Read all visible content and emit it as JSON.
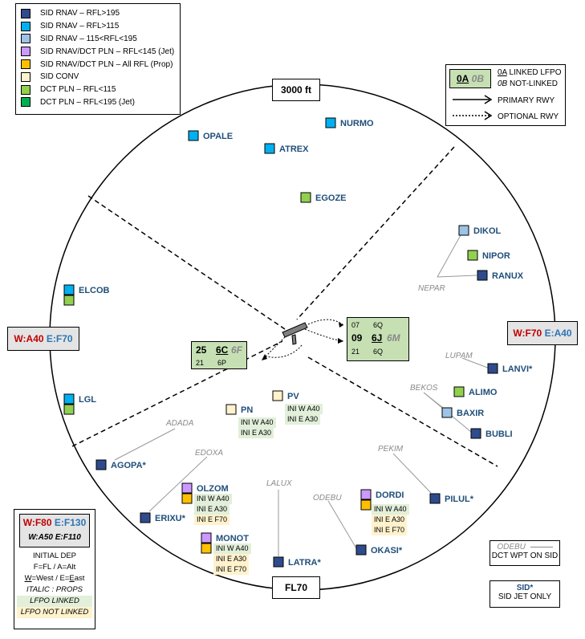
{
  "legend": {
    "items": [
      {
        "label": "SID RNAV – RFL>195",
        "color": "#2f4b8c"
      },
      {
        "label": "SID RNAV – RFL>115",
        "color": "#00b0f0"
      },
      {
        "label": "SID RNAV – 115<RFL<195",
        "color": "#9dc3e6"
      },
      {
        "label": "SID RNAV/DCT PLN – RFL<145 (Jet)",
        "color": "#cc99ff"
      },
      {
        "label": "SID RNAV/DCT PLN – All RFL (Prop)",
        "color": "#ffc000"
      },
      {
        "label": "SID CONV",
        "color": "#fff2cc"
      },
      {
        "label": "DCT PLN – RFL<115",
        "color": "#92d050"
      },
      {
        "label": "DCT PLN – RFL<195 (Jet)",
        "color": "#00b050"
      }
    ]
  },
  "link_legend": {
    "sample_linked": "0A",
    "sample_notlinked": "0B",
    "linked_code": "0A",
    "linked_text": "LINKED LFPO",
    "notlinked_code": "0B",
    "notlinked_text": "NOT-LINKED",
    "primary": "PRIMARY RWY",
    "optional": "OPTIONAL RWY"
  },
  "altitudes": {
    "top": "3000 ft",
    "bottom": "FL70"
  },
  "west_box": {
    "w": "W:A40",
    "e": "E:F70"
  },
  "east_box": {
    "w": "W:F70",
    "e": "E:A40"
  },
  "rwy_west": {
    "main": "25",
    "code_a": "6C",
    "code_b": "6F",
    "alt": "21",
    "code_c": "6P"
  },
  "rwy_east": {
    "top_rwy": "07",
    "top_code": "6Q",
    "main": "09",
    "code_a": "6J",
    "code_b": "6M",
    "bottom_rwy": "21",
    "bottom_code": "6Q"
  },
  "points": [
    {
      "name": "OPALE",
      "colors": [
        "#00b0f0"
      ]
    },
    {
      "name": "NURMO",
      "colors": [
        "#00b0f0"
      ]
    },
    {
      "name": "ATREX",
      "colors": [
        "#00b0f0"
      ]
    },
    {
      "name": "EGOZE",
      "colors": [
        "#92d050"
      ]
    },
    {
      "name": "DIKOL",
      "colors": [
        "#9dc3e6"
      ]
    },
    {
      "name": "NIPOR",
      "colors": [
        "#92d050"
      ]
    },
    {
      "name": "RANUX",
      "colors": [
        "#2f4b8c"
      ]
    },
    {
      "name": "ELCOB",
      "colors": [
        "#00b0f0",
        "#92d050"
      ]
    },
    {
      "name": "LGL",
      "colors": [
        "#00b0f0",
        "#92d050"
      ]
    },
    {
      "name": "LANVI*",
      "colors": [
        "#2f4b8c"
      ]
    },
    {
      "name": "ALIMO",
      "colors": [
        "#92d050"
      ]
    },
    {
      "name": "BAXIR",
      "colors": [
        "#9dc3e6"
      ]
    },
    {
      "name": "BUBLI",
      "colors": [
        "#2f4b8c"
      ]
    },
    {
      "name": "PN",
      "colors": [
        "#fff2cc"
      ]
    },
    {
      "name": "PV",
      "colors": [
        "#fff2cc"
      ]
    },
    {
      "name": "AGOPA*",
      "colors": [
        "#2f4b8c"
      ]
    },
    {
      "name": "OLZOM",
      "colors": [
        "#cc99ff",
        "#ffc000"
      ]
    },
    {
      "name": "ERIXU*",
      "colors": [
        "#2f4b8c"
      ]
    },
    {
      "name": "MONOT",
      "colors": [
        "#cc99ff",
        "#ffc000"
      ]
    },
    {
      "name": "LATRA*",
      "colors": [
        "#2f4b8c"
      ]
    },
    {
      "name": "DORDI",
      "colors": [
        "#cc99ff",
        "#ffc000"
      ]
    },
    {
      "name": "OKASI*",
      "colors": [
        "#2f4b8c"
      ]
    },
    {
      "name": "PILUL*",
      "colors": [
        "#2f4b8c"
      ]
    }
  ],
  "dct_waypoints": [
    "NEPAR",
    "LUPAM",
    "BEKOS",
    "PEKIM",
    "ADADA",
    "EDOXA",
    "LALUX",
    "ODEBU"
  ],
  "ini": {
    "pn": [
      "INI W A40",
      "INI E A30"
    ],
    "pv": [
      "INI W A40",
      "INI E A30"
    ],
    "olzom": [
      "INI W A40",
      "INI E A30",
      "INI E F70"
    ],
    "monot": [
      "INI W A40",
      "INI E A30",
      "INI E F70"
    ],
    "dordi": [
      "INI W A40",
      "INI E A30",
      "INI E F70"
    ]
  },
  "key": {
    "w_top": "W:F80",
    "e_top": "E:F130",
    "w_bot": "W:A50",
    "e_bot": "E:F110",
    "initial_dep": "INITIAL DEP",
    "fl_alt": "F=FL / A=Alt",
    "w_letter": "W",
    "w_rest": "=West / E=",
    "e_letter": "E",
    "e_rest": "ast",
    "italic_props": "ITALIC : PROPS",
    "lfpo_linked": "LFPO LINKED",
    "lfpo_not_linked": "LFPO NOT LINKED"
  },
  "dct_legend": {
    "wpt": "ODEBU",
    "text": "DCT WPT ON SID"
  },
  "sid_legend": {
    "title": "SID*",
    "text": "SID JET ONLY"
  }
}
